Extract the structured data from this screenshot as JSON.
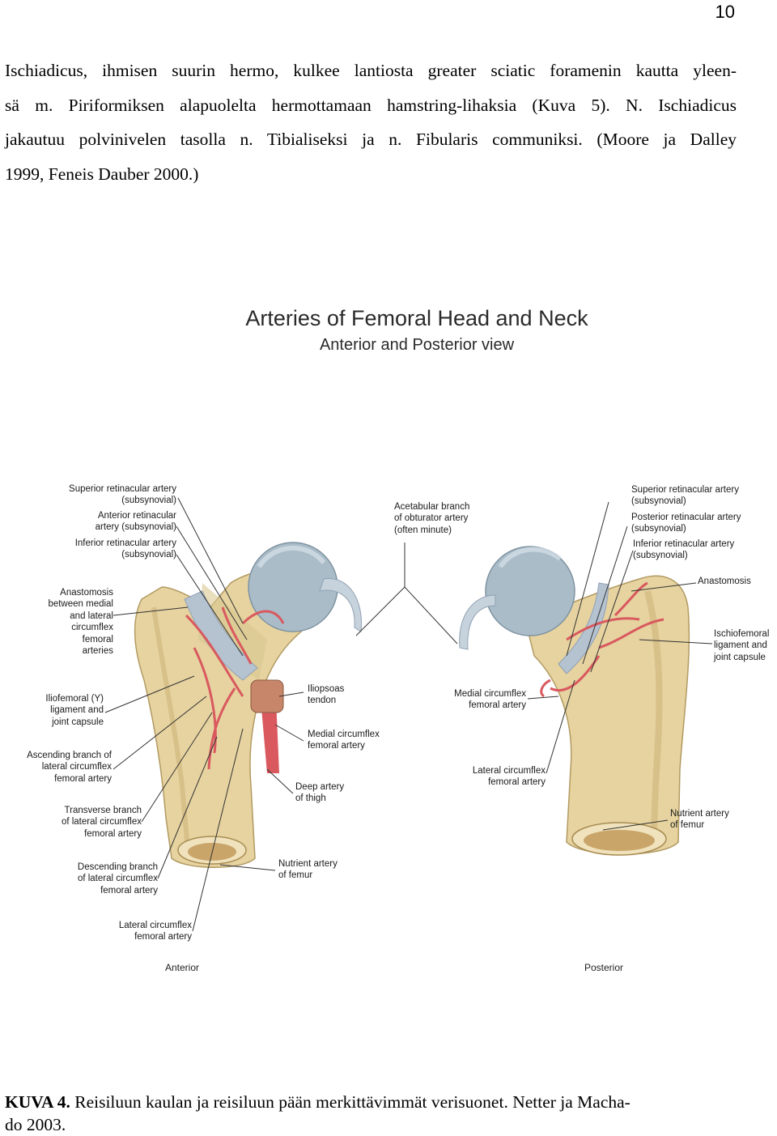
{
  "page_number": "10",
  "body_lines": [
    "Ischiadicus, ihmisen suurin hermo, kulkee lantiosta greater sciatic foramenin kautta yleen-",
    "sä m. Piriformiksen alapuolelta hermottamaan hamstring-lihaksia (Kuva 5).  N. Ischiadicus",
    "jakautuu polvinivelen tasolla n. Tibialiseksi ja n. Fibularis communiksi. (Moore ja Dalley",
    "1999, Feneis Dauber 2000.)"
  ],
  "figure": {
    "title": "Arteries of Femoral Head and Neck",
    "subtitle": "Anterior and Posterior view",
    "labels": {
      "ant_superior_retinacular": "Superior retinacular artery\n(subsynovial)",
      "ant_anterior_retinacular": "Anterior retinacular\nartery (subsynovial)",
      "ant_inferior_retinacular": "Inferior retinacular artery\n(subsynovial)",
      "ant_anastomosis": "Anastomosis\nbetween medial\nand lateral\ncircumflex\nfemoral\narteries",
      "ant_iliofemoral": "Iliofemoral (Y)\nligament and\njoint capsule",
      "ant_ascending": "Ascending branch of\nlateral circumflex\nfemoral artery",
      "ant_transverse": "Transverse branch\nof lateral circumflex\nfemoral artery",
      "ant_descending": "Descending branch\nof lateral circumflex\nfemoral artery",
      "ant_lateral_circumflex": "Lateral circumflex\nfemoral artery",
      "acetabular_branch": "Acetabular branch\nof obturator artery\n(often minute)",
      "iliopsoas": "Iliopsoas\ntendon",
      "ant_medial_circumflex": "Medial circumflex\nfemoral artery",
      "deep_artery": "Deep artery\nof thigh",
      "ant_nutrient": "Nutrient artery\nof femur",
      "post_superior_retinacular": "Superior retinacular artery\n(subsynovial)",
      "post_posterior_retinacular": "Posterior retinacular artery\n(subsynovial)",
      "post_inferior_retinacular": "Inferior retinacular artery\n(subsynovial)",
      "post_anastomosis": "Anastomosis",
      "ischiofemoral": "Ischiofemoral\nligament and\njoint capsule",
      "post_medial_circumflex": "Medial circumflex\nfemoral artery",
      "post_lateral_circumflex": "Lateral circumflex\nfemoral artery",
      "post_nutrient": "Nutrient artery\nof femur"
    },
    "view_anterior": "Anterior",
    "view_posterior": "Posterior"
  },
  "caption": {
    "label": "KUVA 4.",
    "text": " Reisiluun kaulan ja reisiluun pään merkittävimmät verisuonet. Netter ja Macha-",
    "text2": "do 2003."
  },
  "colors": {
    "bone": "#e6d3a0",
    "bone_shadow": "#c9ae72",
    "cartilage": "#a9bcc8",
    "artery": "#d9595f",
    "ligament": "#b5c3d1"
  }
}
